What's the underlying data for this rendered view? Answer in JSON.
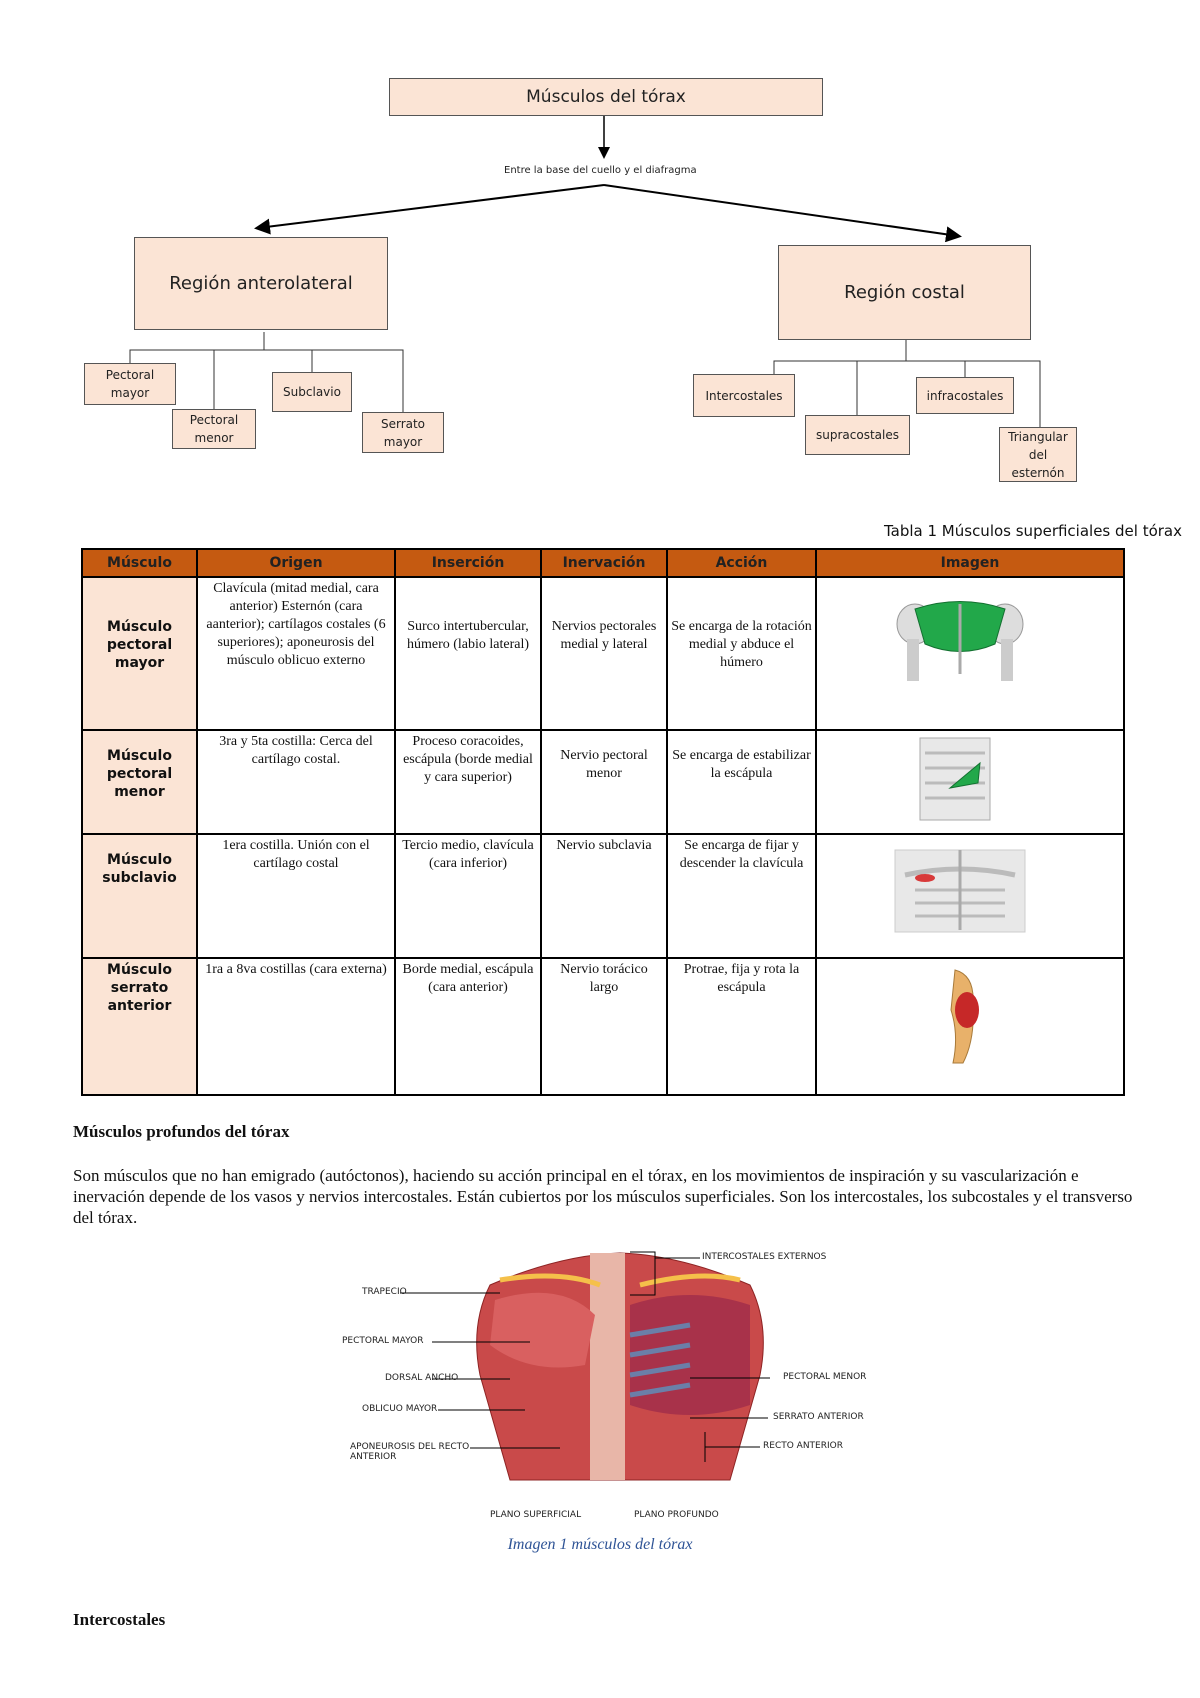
{
  "diagram": {
    "root": "Músculos del tórax",
    "connector_note": "Entre la base del cuello y el diafragma",
    "left": {
      "title": "Región anterolateral",
      "children": [
        "Pectoral mayor",
        "Pectoral menor",
        "Subclavio",
        "Serrato mayor"
      ]
    },
    "right": {
      "title": "Región costal",
      "children": [
        "Intercostales",
        "supracostales",
        "infracostales",
        "Triangular del esternón"
      ]
    }
  },
  "table_caption": "Tabla 1 Músculos superficiales del tórax",
  "table": {
    "headers": [
      "Músculo",
      "Origen",
      "Inserción",
      "Inervación",
      "Acción",
      "Imagen"
    ],
    "rows": [
      {
        "name": "Músculo pectoral mayor",
        "origen": "Clavícula (mitad medial, cara anterior) Esternón (cara aanterior); cartílagos costales (6 superiores); aponeurosis del músculo oblicuo externo",
        "insercion": "Surco intertubercular, húmero (labio lateral)",
        "inervacion": "Nervios pectorales medial y lateral",
        "accion": "Se encarga de la rotación medial y abduce el húmero"
      },
      {
        "name": "Músculo pectoral menor",
        "origen": "3ra y 5ta costilla: Cerca del cartílago costal.",
        "insercion": "Proceso coracoides, escápula (borde medial y cara superior)",
        "inervacion": "Nervio pectoral menor",
        "accion": "Se encarga de estabilizar la escápula"
      },
      {
        "name": "Músculo subclavio",
        "origen": "1era costilla. Unión con el cartílago costal",
        "insercion": "Tercio medio, clavícula (cara inferior)",
        "inervacion": "Nervio subclavia",
        "accion": "Se encarga de fijar y descender la clavícula"
      },
      {
        "name": "Músculo serrato anterior",
        "origen": "1ra a 8va costillas (cara externa)",
        "insercion": "Borde medial, escápula (cara anterior)",
        "inervacion": "Nervio torácico largo",
        "accion": "Protrae, fija y rota la escápula"
      }
    ]
  },
  "deep": {
    "heading": "Músculos profundos del tórax",
    "paragraph": "Son músculos que no han emigrado (autóctonos), haciendo su acción principal en el tórax, en los movimientos de inspiración y su vascularización e inervación depende de los vasos y nervios intercostales. Están cubiertos por los músculos superficiales. Son los intercostales, los subcostales y el transverso del tórax."
  },
  "figure": {
    "labels_left": [
      "TRAPECIO",
      "PECTORAL MAYOR",
      "DORSAL ANCHO",
      "OBLICUO MAYOR",
      "APONEUROSIS DEL RECTO ANTERIOR"
    ],
    "labels_right": [
      "INTERCOSTALES EXTERNOS",
      "PECTORAL MENOR",
      "SERRATO ANTERIOR",
      "RECTO ANTERIOR"
    ],
    "labels_bottom": [
      "PLANO SUPERFICIAL",
      "PLANO PROFUNDO"
    ],
    "caption": "Imagen 1 músculos del tórax"
  },
  "next_heading": "Intercostales"
}
